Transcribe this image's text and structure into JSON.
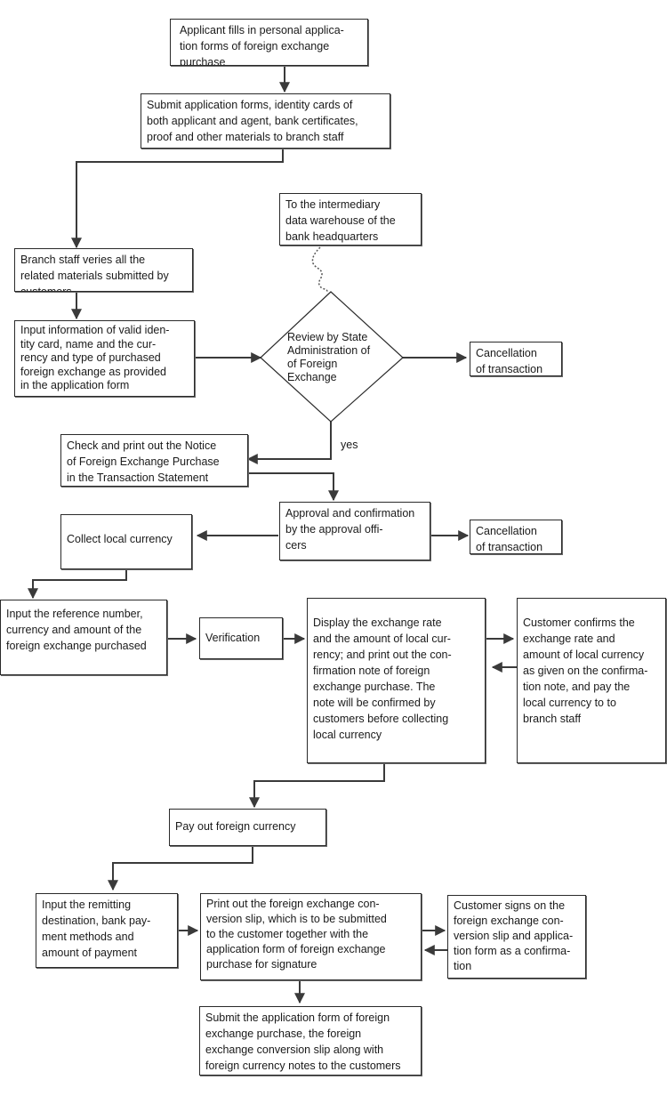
{
  "nodes": {
    "n1": "Applicant fills in personal applica-\ntion forms of foreign exchange\npurchase",
    "n2": "Submit application forms, identity cards of\nboth applicant and agent, bank certificates,\nproof and other materials to branch staff",
    "n3": "Branch staff veries all the\nrelated materials submitted by\ncustomers",
    "n4": "To the intermediary\ndata warehouse of the\nbank headquarters",
    "n5": "Input information of valid iden-\ntity card, name and the cur-\nrency and type of purchased\nforeign exchange as provided\nin the application form",
    "n6": "Review by State\nAdministration of\nof Foreign\nExchange",
    "n7": "Cancellation\nof transaction",
    "n8": "Check and print out the Notice\nof  Foreign Exchange Purchase\nin the Transaction Statement",
    "n9": "Approval and confirmation\nby the approval offi-\ncers",
    "n10": "Collect local currency",
    "n11": "Cancellation\nof transaction",
    "n12": "Input the reference number,\ncurrency and amount of the\nforeign exchange purchased",
    "n13": "Verification",
    "n14": "Display the exchange rate\nand the amount of local cur-\nrency; and print out the con-\nfirmation note of foreign\nexchange purchase. The\nnote will be confirmed by\ncustomers before collecting\nlocal currency",
    "n15": "Customer confirms the\nexchange rate and\namount of local currency\nas given on the confirma-\ntion note, and pay the\nlocal currency to to\nbranch staff",
    "n16": "Pay out foreign currency",
    "n17": "Input the remitting\ndestination, bank pay-\nment methods and\namount of payment",
    "n18": "Print out the foreign exchange con-\nversion slip, which is to be submitted\nto the customer together with the\napplication form of foreign exchange\npurchase for signature",
    "n19": "Customer signs on the\nforeign exchange con-\nversion slip and applica-\ntion form as a confirma-\ntion",
    "n20": "Submit the application form of foreign\nexchange purchase, the foreign\nexchange conversion slip along with\nforeign currency notes to the customers"
  },
  "edge_labels": {
    "yes": "yes"
  },
  "colors": {
    "line": "#3a3a3a",
    "box_border": "#2a2a2a"
  }
}
